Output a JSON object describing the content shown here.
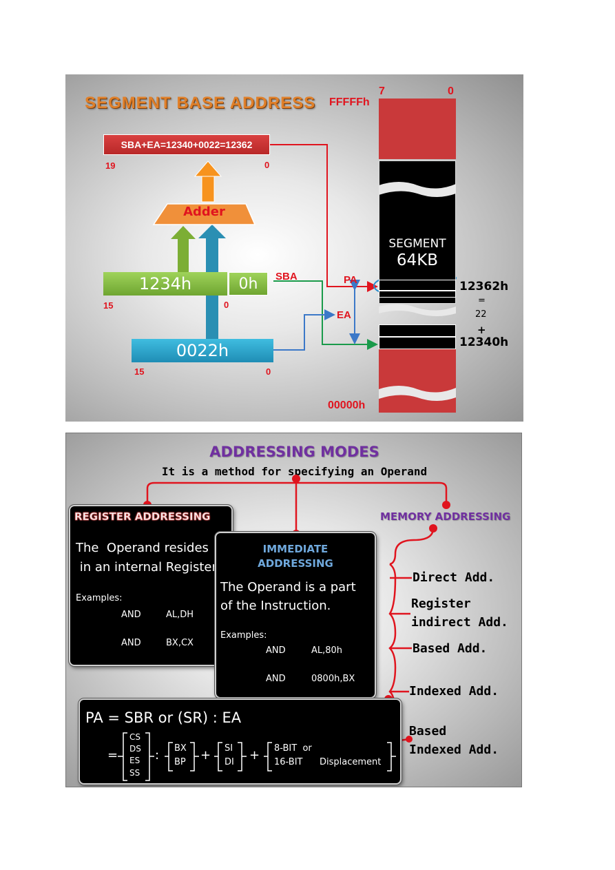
{
  "slide1": {
    "title": "SEGMENT BASE ADDRESS",
    "sum_box": "SBA+EA=12340+0022=12362",
    "sum_lo_bit": "0",
    "sum_hi_bit": "19",
    "adder": "Adder",
    "segreg_value": "1234h",
    "segreg_suffix": "0h",
    "segreg_hi_bit": "15",
    "segreg_lo_bit": "0",
    "sba_label": "SBA",
    "offset_value": "0022h",
    "offset_hi_bit": "15",
    "offset_lo_bit": "0",
    "pa_label": "PA",
    "ea_label": "EA",
    "mem_top_addr": "FFFFFh",
    "mem_bottom_addr": "00000h",
    "mem_bit_hi": "7",
    "mem_bit_lo": "0",
    "segment_label_1": "SEGMENT",
    "segment_label_2": "64KB",
    "addr_pa": "12362h",
    "eq": "=",
    "offset_dec": "22",
    "plus": "+",
    "addr_sba": "12340h",
    "colors": {
      "red": "#e0141e",
      "green": "#8dc63f",
      "blue": "#27a3c9",
      "orange": "#f7931e",
      "memory_red": "#c9393a"
    }
  },
  "slide2": {
    "title": "ADDRESSING MODES",
    "subtitle": "It is a method for specifying an Operand",
    "register": {
      "heading": "REGISTER ADDRESSING",
      "desc_1": "The  Operand resides",
      "desc_2": " in an internal Register.",
      "examples_label": "Examples:",
      "ex1_op": "AND",
      "ex1_args": "AL,DH",
      "ex2_op": "AND",
      "ex2_args": "BX,CX"
    },
    "immediate": {
      "heading_1": "IMMEDIATE",
      "heading_2": "ADDRESSING",
      "desc_1": "The Operand is a part",
      "desc_2": "of the Instruction.",
      "examples_label": "Examples:",
      "ex1_op": "AND",
      "ex1_args": "AL,80h",
      "ex2_op": "AND",
      "ex2_args": "0800h,BX"
    },
    "memory": {
      "heading": "MEMORY ADDRESSING",
      "items": [
        "Direct Add.",
        "Register",
        "indirect Add.",
        "Based Add.",
        "Indexed Add.",
        "Based",
        "Indexed Add."
      ]
    },
    "formula": {
      "line1": "PA = SBR or (SR) : EA",
      "eq": "=",
      "seg": [
        "CS",
        "DS",
        "ES",
        "SS"
      ],
      "colon": ":",
      "base": [
        "BX",
        "BP"
      ],
      "plus1": "+",
      "index": [
        "SI",
        "DI"
      ],
      "plus2": "+",
      "disp_1": "8-BIT  or",
      "disp_2": "16-BIT",
      "disp_3": "Displacement"
    },
    "colors": {
      "title": "#7030a0",
      "register_heading": "#e05050",
      "immediate_heading": "#6fa8dc",
      "connector": "#e0141e"
    }
  }
}
